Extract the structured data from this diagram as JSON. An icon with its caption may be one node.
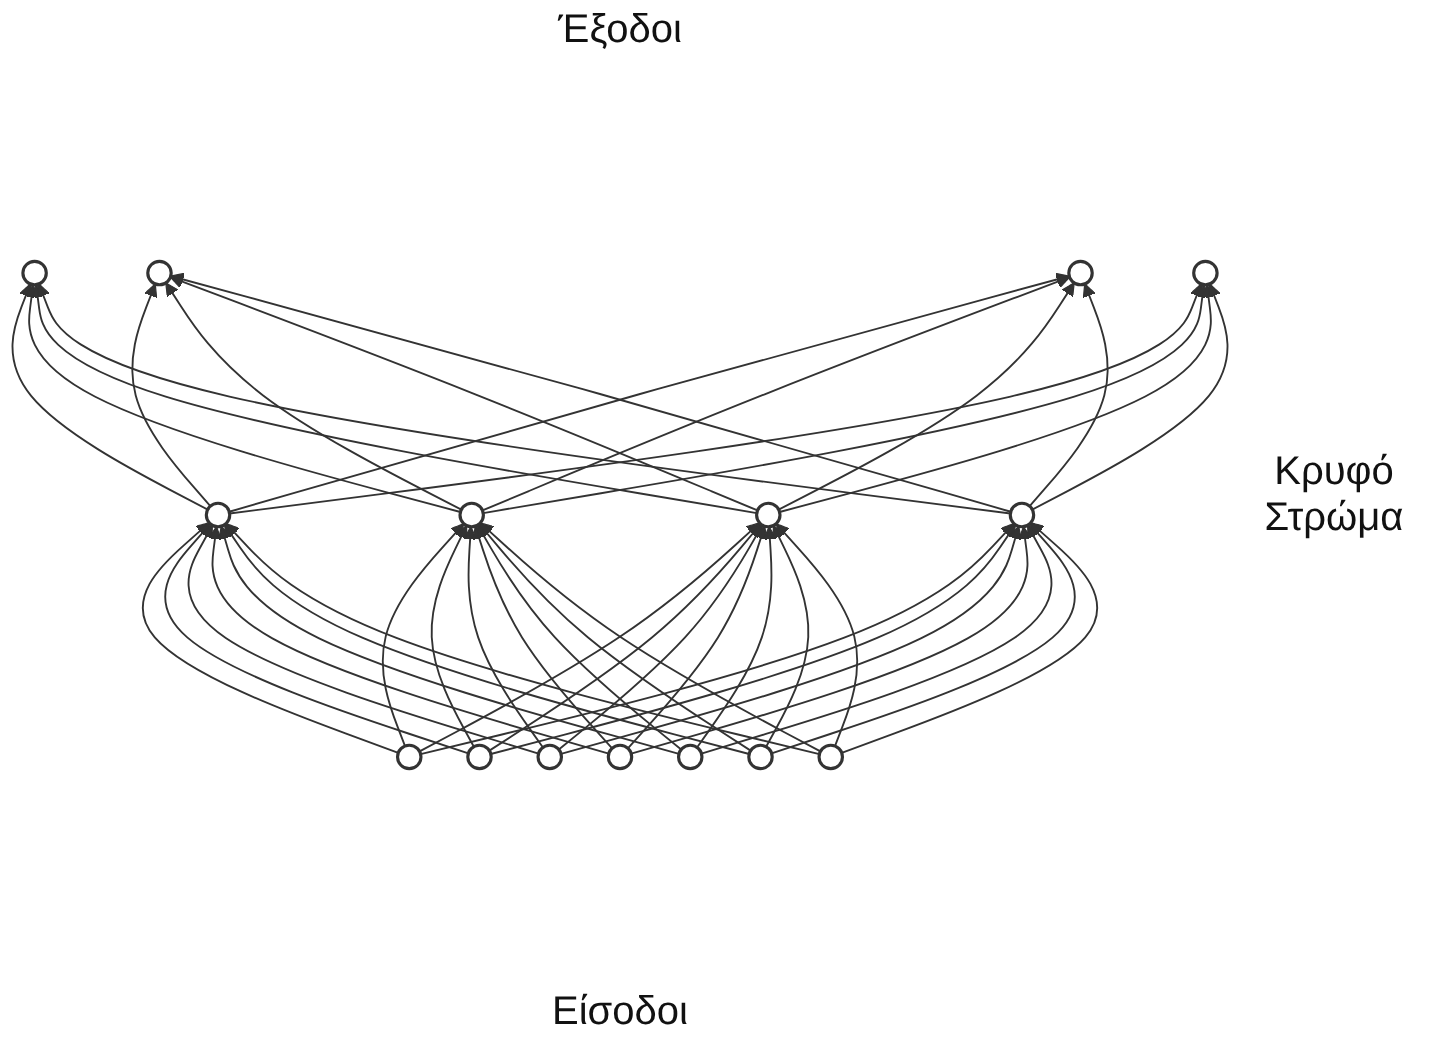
{
  "diagram": {
    "nodes": [
      {
        "text": [],
        "shape": "circle"
      },
      {
        "text": [],
        "shape": "circle"
      },
      {
        "text": [],
        "shape": "circle"
      },
      {
        "text": [],
        "shape": "circle"
      },
      {
        "text": [],
        "shape": "circle"
      },
      {
        "text": [],
        "shape": "circle"
      },
      {
        "text": [],
        "shape": "circle"
      },
      {
        "text": [],
        "shape": "circle"
      },
      {
        "text": [],
        "shape": "circle"
      },
      {
        "text": [],
        "shape": "circle"
      },
      {
        "text": [],
        "shape": "circle"
      },
      {
        "text": [],
        "shape": "circle"
      },
      {
        "text": [],
        "shape": "circle"
      },
      {
        "text": [],
        "shape": "circle"
      },
      {
        "text": [],
        "shape": "circle"
      }
    ],
    "edges": [
      {
        "from": 8,
        "to": 4,
        "arrow": "to"
      },
      {
        "from": 8,
        "to": 5,
        "arrow": "to"
      },
      {
        "from": 8,
        "to": 6,
        "arrow": "to"
      },
      {
        "from": 8,
        "to": 7,
        "arrow": "to"
      },
      {
        "from": 9,
        "to": 4,
        "arrow": "to"
      },
      {
        "from": 9,
        "to": 5,
        "arrow": "to"
      },
      {
        "from": 9,
        "to": 6,
        "arrow": "to"
      },
      {
        "from": 9,
        "to": 7,
        "arrow": "to"
      },
      {
        "from": 10,
        "to": 4,
        "arrow": "to"
      },
      {
        "from": 10,
        "to": 5,
        "arrow": "to"
      },
      {
        "from": 10,
        "to": 6,
        "arrow": "to"
      },
      {
        "from": 10,
        "to": 7,
        "arrow": "to"
      },
      {
        "from": 11,
        "to": 4,
        "arrow": "to"
      },
      {
        "from": 11,
        "to": 5,
        "arrow": "to"
      },
      {
        "from": 11,
        "to": 6,
        "arrow": "to"
      },
      {
        "from": 11,
        "to": 7,
        "arrow": "to"
      },
      {
        "from": 12,
        "to": 4,
        "arrow": "to"
      },
      {
        "from": 12,
        "to": 5,
        "arrow": "to"
      },
      {
        "from": 12,
        "to": 6,
        "arrow": "to"
      },
      {
        "from": 12,
        "to": 7,
        "arrow": "to"
      },
      {
        "from": 13,
        "to": 4,
        "arrow": "to"
      },
      {
        "from": 13,
        "to": 5,
        "arrow": "to"
      },
      {
        "from": 13,
        "to": 6,
        "arrow": "to"
      },
      {
        "from": 13,
        "to": 7,
        "arrow": "to"
      },
      {
        "from": 14,
        "to": 4,
        "arrow": "to"
      },
      {
        "from": 14,
        "to": 5,
        "arrow": "to"
      },
      {
        "from": 14,
        "to": 6,
        "arrow": "to"
      },
      {
        "from": 14,
        "to": 7,
        "arrow": "to"
      },
      {
        "from": 4,
        "to": 0,
        "arrow": "to"
      },
      {
        "from": 4,
        "to": 1,
        "arrow": "to"
      },
      {
        "from": 4,
        "to": 2,
        "arrow": "to"
      },
      {
        "from": 4,
        "to": 3,
        "arrow": "to"
      },
      {
        "from": 5,
        "to": 0,
        "arrow": "to"
      },
      {
        "from": 5,
        "to": 1,
        "arrow": "to"
      },
      {
        "from": 5,
        "to": 2,
        "arrow": "to"
      },
      {
        "from": 5,
        "to": 3,
        "arrow": "to"
      },
      {
        "from": 6,
        "to": 0,
        "arrow": "to"
      },
      {
        "from": 6,
        "to": 1,
        "arrow": "to"
      },
      {
        "from": 6,
        "to": 2,
        "arrow": "to"
      },
      {
        "from": 6,
        "to": 3,
        "arrow": "to"
      },
      {
        "from": 7,
        "to": 0,
        "arrow": "to"
      },
      {
        "from": 7,
        "to": 1,
        "arrow": "to"
      },
      {
        "from": 7,
        "to": 2,
        "arrow": "to"
      },
      {
        "from": 7,
        "to": 3,
        "arrow": "to"
      }
    ],
    "labels": [
      "Έξοδοι",
      "Κρυφό Στρώμα",
      "Είσοδοι"
    ]
  }
}
